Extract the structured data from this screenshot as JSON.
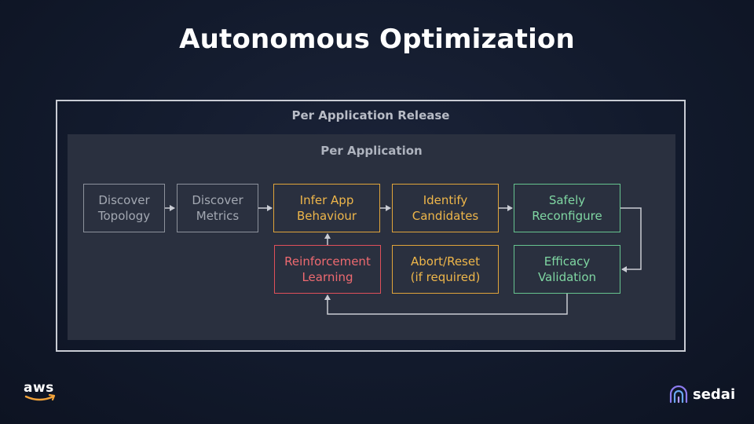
{
  "slide": {
    "title": "Autonomous Optimization"
  },
  "diagram": {
    "outer_label": "Per Application Release",
    "inner_label": "Per Application",
    "nodes": {
      "discover_topology": "Discover\nTopology",
      "discover_metrics": "Discover\nMetrics",
      "infer_app_behaviour": "Infer App\nBehaviour",
      "identify_candidates": "Identify\nCandidates",
      "safely_reconfigure": "Safely\nReconfigure",
      "reinforcement_learning": "Reinforcement\nLearning",
      "abort_reset": "Abort/Reset\n(if required)",
      "efficacy_validation": "Efficacy\nValidation"
    }
  },
  "logos": {
    "left": "aws",
    "right": "sedai"
  },
  "colors": {
    "gray": "#a3a8b2",
    "orange": "#eeb64a",
    "green": "#7fd6a2",
    "red": "#ee6a70",
    "connector": "#c9ccd4"
  }
}
